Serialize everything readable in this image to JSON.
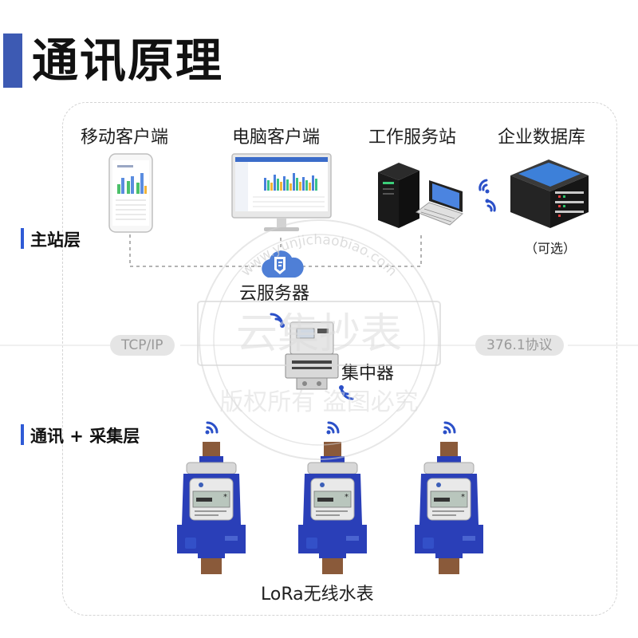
{
  "title": "通讯原理",
  "devices": {
    "mobile": "移动客户端",
    "pc": "电脑客户端",
    "server": "工作服务站",
    "database": "企业数据库",
    "database_note": "（可选）"
  },
  "layers": {
    "master": "主站层",
    "comm": "通讯 + 采集层"
  },
  "cloud": "云服务器",
  "concentrator": "集中器",
  "protocols": {
    "left": "TCP/IP",
    "right": "376.1协议"
  },
  "meters_label": "LoRa无线水表",
  "watermark": {
    "url": "www.yunjichaobiao.com",
    "main": "云集抄表",
    "sub": "版权所有 盗图必究"
  },
  "colors": {
    "accent": "#3d5ab3",
    "meter_blue": "#2a3fb8",
    "cloud_blue": "#4f7fd6",
    "wifi_blue": "#2b50c8"
  },
  "meter_count": 3
}
